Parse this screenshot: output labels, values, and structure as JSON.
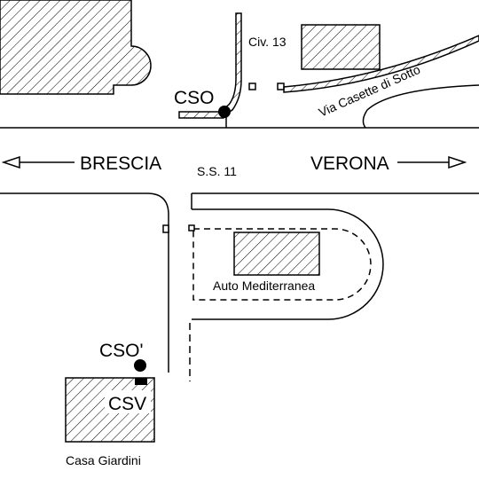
{
  "labels": {
    "west": "BRESCIA",
    "east": "VERONA",
    "road": "S.S. 11",
    "civic": "Civ. 13",
    "street": "Via Casette di Sotto",
    "cso": "CSO",
    "cso_prime": "CSO'",
    "csv": "CSV",
    "auto": "Auto Mediterranea",
    "casa": "Casa Giardini"
  },
  "colors": {
    "ink": "#000000",
    "paper": "#ffffff"
  }
}
